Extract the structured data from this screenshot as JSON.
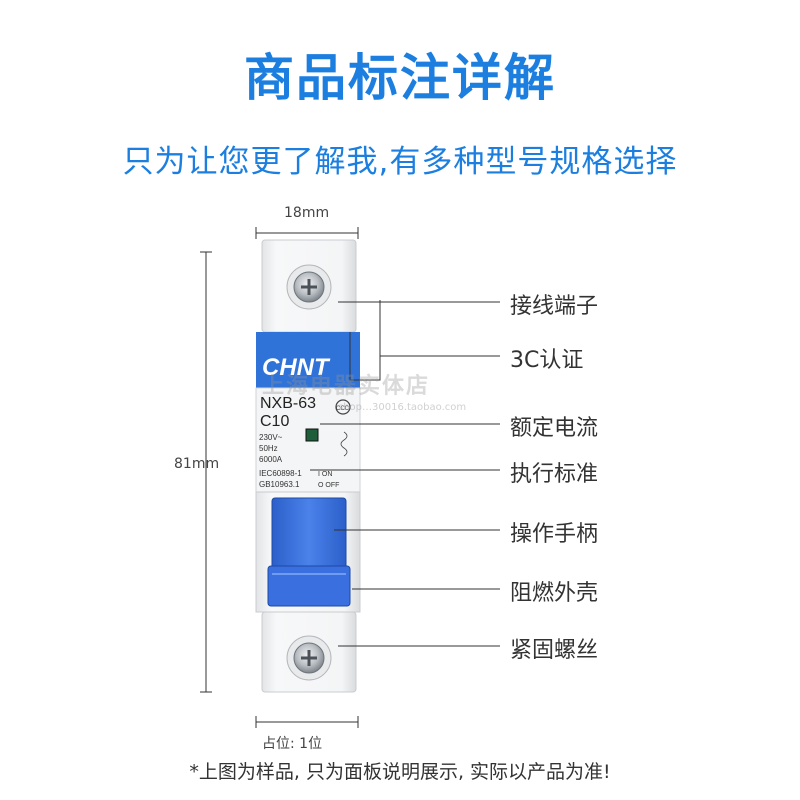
{
  "header": {
    "title": "商品标注详解",
    "subtitle": "只为让您更了解我,有多种型号规格选择"
  },
  "product": {
    "brand": "CHNT",
    "model": "NXB-63",
    "rating": "C10",
    "voltage": "230V~",
    "frequency": "50Hz",
    "breaking": "6000A",
    "standard_1": "IEC60898-1",
    "standard_2": "GB10963.1",
    "on_label": "I ON",
    "off_label": "O OFF",
    "cert_mark": "CCC"
  },
  "dimensions": {
    "width": "18mm",
    "height": "81mm",
    "footprint": "占位: 1位"
  },
  "callouts": [
    "接线端子",
    "3C认证",
    "额定电流",
    "执行标准",
    "操作手柄",
    "阻燃外壳",
    "紧固螺丝"
  ],
  "watermark": {
    "shop": "上海电器实体店",
    "url": "shop…30016.taobao.com"
  },
  "footnote": "*上图为样品, 只为面板说明展示, 实际以产品为准!",
  "colors": {
    "accent": "#1c7fe0",
    "handle": "#3a6fe0",
    "label_blue": "#2f72d8"
  }
}
